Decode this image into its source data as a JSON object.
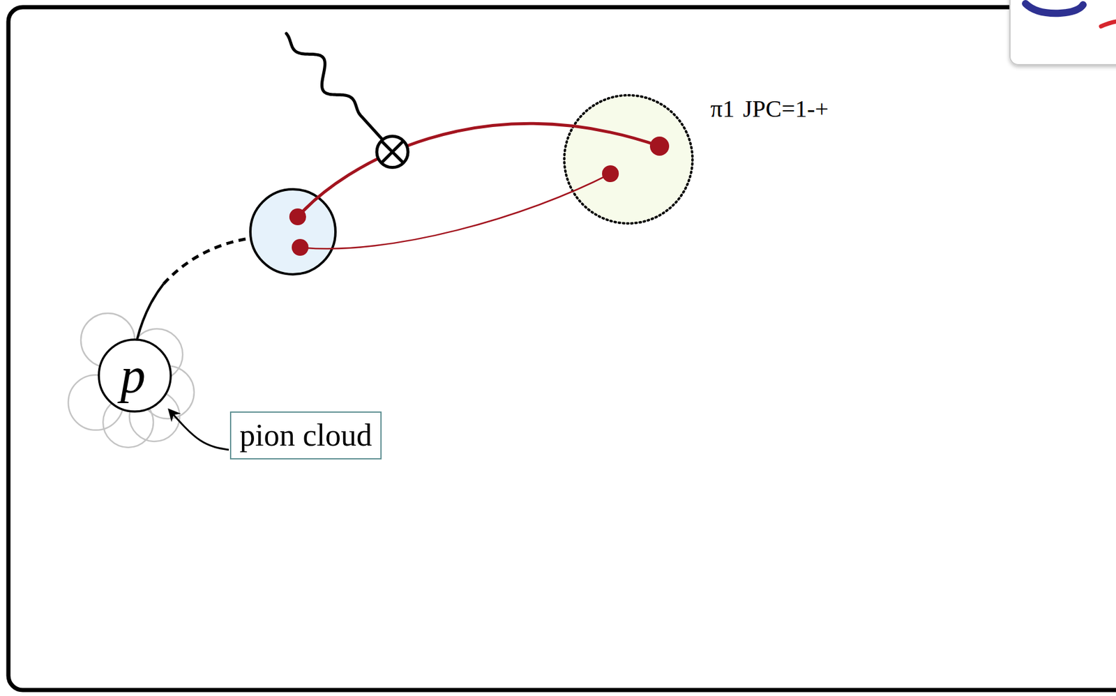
{
  "diagram": {
    "nodes": [
      {
        "text": [
          "p"
        ]
      },
      {
        "text": [
          "pion cloud"
        ]
      }
    ],
    "edges": [
      {
        "from": 1,
        "to": 0,
        "arrow": "to"
      }
    ],
    "labels": [
      "π1",
      "JPC=1-+"
    ]
  }
}
